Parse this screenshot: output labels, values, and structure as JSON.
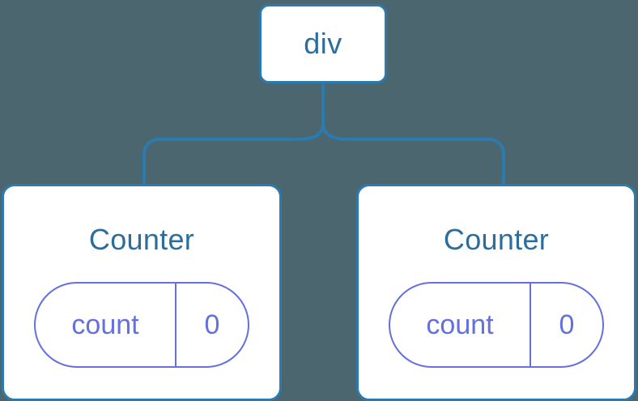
{
  "diagram": {
    "type": "component-tree",
    "background_color": "#4c6670",
    "edge_color": "#2b7ab0",
    "node_border_color": "#2b7ab0",
    "node_fill_color": "#ffffff",
    "node_text_color": "#2c6e9b",
    "pill_color": "#6370dd",
    "root": {
      "label": "div"
    },
    "children": [
      {
        "label": "Counter",
        "state": {
          "key": "count",
          "value": "0"
        }
      },
      {
        "label": "Counter",
        "state": {
          "key": "count",
          "value": "0"
        }
      }
    ]
  }
}
